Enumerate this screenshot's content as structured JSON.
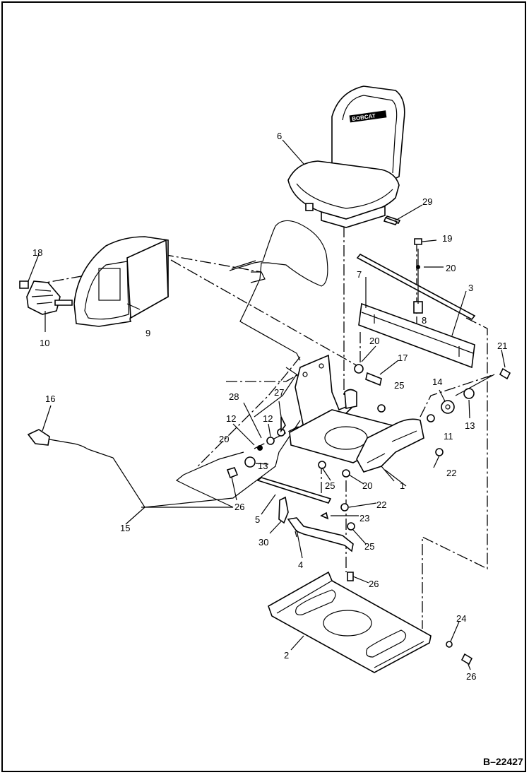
{
  "figure_id": "B–22427",
  "seat_brand_text": "BOBCAT",
  "callouts": [
    {
      "id": "c1",
      "text": "1"
    },
    {
      "id": "c2",
      "text": "2"
    },
    {
      "id": "c3",
      "text": "3"
    },
    {
      "id": "c4",
      "text": "4"
    },
    {
      "id": "c5",
      "text": "5"
    },
    {
      "id": "c6",
      "text": "6"
    },
    {
      "id": "c7",
      "text": "7"
    },
    {
      "id": "c8",
      "text": "8"
    },
    {
      "id": "c9",
      "text": "9"
    },
    {
      "id": "c10",
      "text": "10"
    },
    {
      "id": "c11",
      "text": "11"
    },
    {
      "id": "c12a",
      "text": "12"
    },
    {
      "id": "c12b",
      "text": "12"
    },
    {
      "id": "c13a",
      "text": "13"
    },
    {
      "id": "c13b",
      "text": "13"
    },
    {
      "id": "c14",
      "text": "14"
    },
    {
      "id": "c15",
      "text": "15"
    },
    {
      "id": "c16",
      "text": "16"
    },
    {
      "id": "c17",
      "text": "17"
    },
    {
      "id": "c18",
      "text": "18"
    },
    {
      "id": "c19",
      "text": "19"
    },
    {
      "id": "c20a",
      "text": "20"
    },
    {
      "id": "c20b",
      "text": "20"
    },
    {
      "id": "c20c",
      "text": "20"
    },
    {
      "id": "c21",
      "text": "21"
    },
    {
      "id": "c22a",
      "text": "22"
    },
    {
      "id": "c22b",
      "text": "22"
    },
    {
      "id": "c23",
      "text": "23"
    },
    {
      "id": "c24",
      "text": "24"
    },
    {
      "id": "c25a",
      "text": "25"
    },
    {
      "id": "c25b",
      "text": "25"
    },
    {
      "id": "c25c",
      "text": "25"
    },
    {
      "id": "c26a",
      "text": "26"
    },
    {
      "id": "c26b",
      "text": "26"
    },
    {
      "id": "c26c",
      "text": "26"
    },
    {
      "id": "c27",
      "text": "27"
    },
    {
      "id": "c28",
      "text": "28"
    },
    {
      "id": "c29",
      "text": "29"
    },
    {
      "id": "c30",
      "text": "30"
    }
  ]
}
